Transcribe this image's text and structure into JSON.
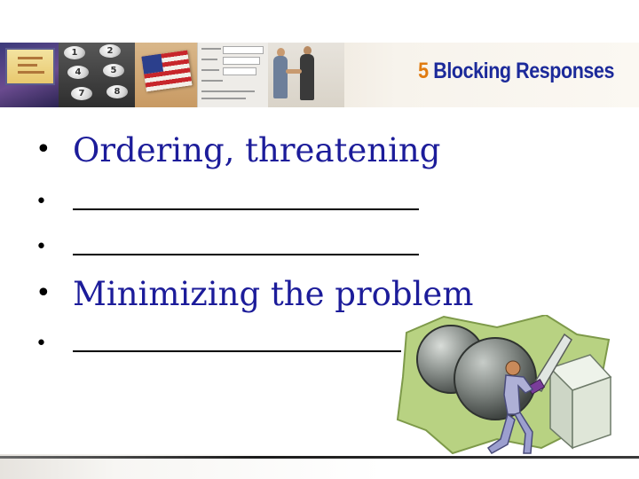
{
  "slide": {
    "title_number": "5",
    "title_text": " Blocking Responses",
    "bullets": [
      {
        "text": "Ordering, threatening",
        "blank": false
      },
      {
        "text": "",
        "blank": true
      },
      {
        "text": "",
        "blank": true
      },
      {
        "text": "Minimizing the problem",
        "blank": false
      },
      {
        "text": "",
        "blank": true
      }
    ]
  },
  "banner": {
    "keypad_keys": [
      "1",
      "2",
      "4",
      "5",
      "7",
      "8"
    ]
  },
  "colors": {
    "title_blue": "#1c2a9a",
    "title_orange": "#e07b10",
    "bullet_text": "#1c1c9a"
  },
  "icons": [
    "laptop-icon",
    "keypad-icon",
    "stamp-icon",
    "email-icon",
    "handshake-icon",
    "boulder-pushing-clipart"
  ]
}
